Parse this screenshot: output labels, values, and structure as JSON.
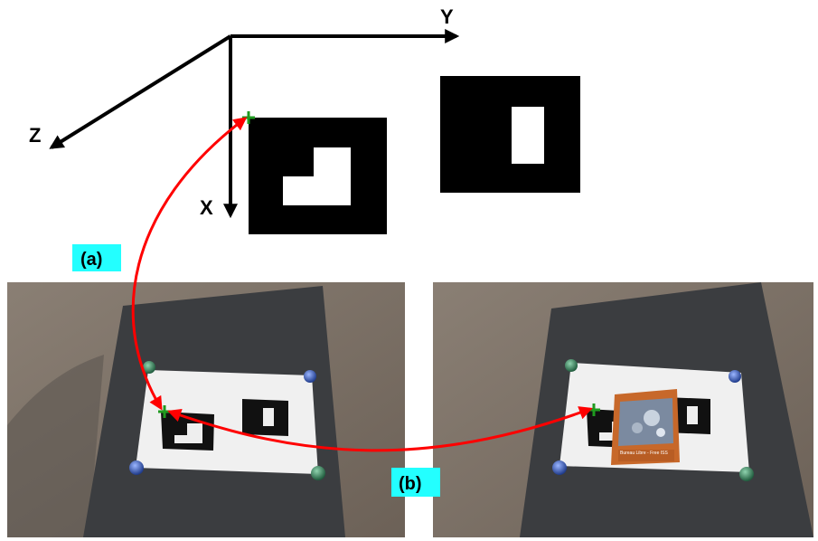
{
  "axes": {
    "x_label": "X",
    "y_label": "Y",
    "z_label": "Z"
  },
  "annotations": {
    "a_label": "(a)",
    "b_label": "(b)"
  },
  "card": {
    "title": "Bureau Libre - Free ISS"
  },
  "colors": {
    "background": "#ffffff",
    "marker_black": "#000000",
    "arrow_red": "#ff0000",
    "cross_green": "#1f9a1f",
    "label_bg_cyan": "#23ffff",
    "paper_white": "#f3f3f3",
    "board_dark": "#3b3d40",
    "floor_brown": "#7d7267",
    "pin_blue": "#2c4fa8",
    "pin_green": "#2f6e4d",
    "card_orange": "#c7682a"
  }
}
